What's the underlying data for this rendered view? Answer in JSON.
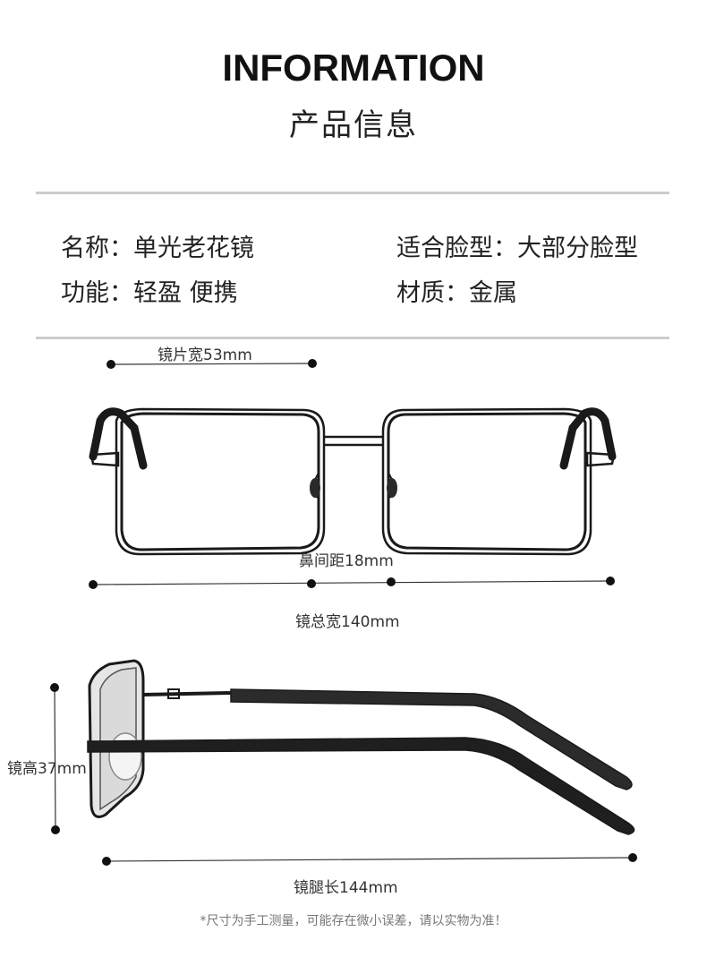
{
  "header": {
    "title_en": "INFORMATION",
    "title_cn": "产品信息"
  },
  "specs": {
    "name": "名称：单光老花镜",
    "fit": "适合脸型：大部分脸型",
    "function": "功能：轻盈 便携",
    "material": "材质：金属"
  },
  "dimensions": {
    "lens_width": "镜片宽53mm",
    "bridge": "鼻间距18mm",
    "total_width": "镜总宽140mm",
    "lens_height": "镜高37mm",
    "temple_length": "镜腿长144mm"
  },
  "footnote": "*尺寸为手工测量，可能存在微小误差，请以实物为准！",
  "colors": {
    "frame": "#1a1a1a",
    "rule": "#cccccc",
    "text": "#222222"
  }
}
